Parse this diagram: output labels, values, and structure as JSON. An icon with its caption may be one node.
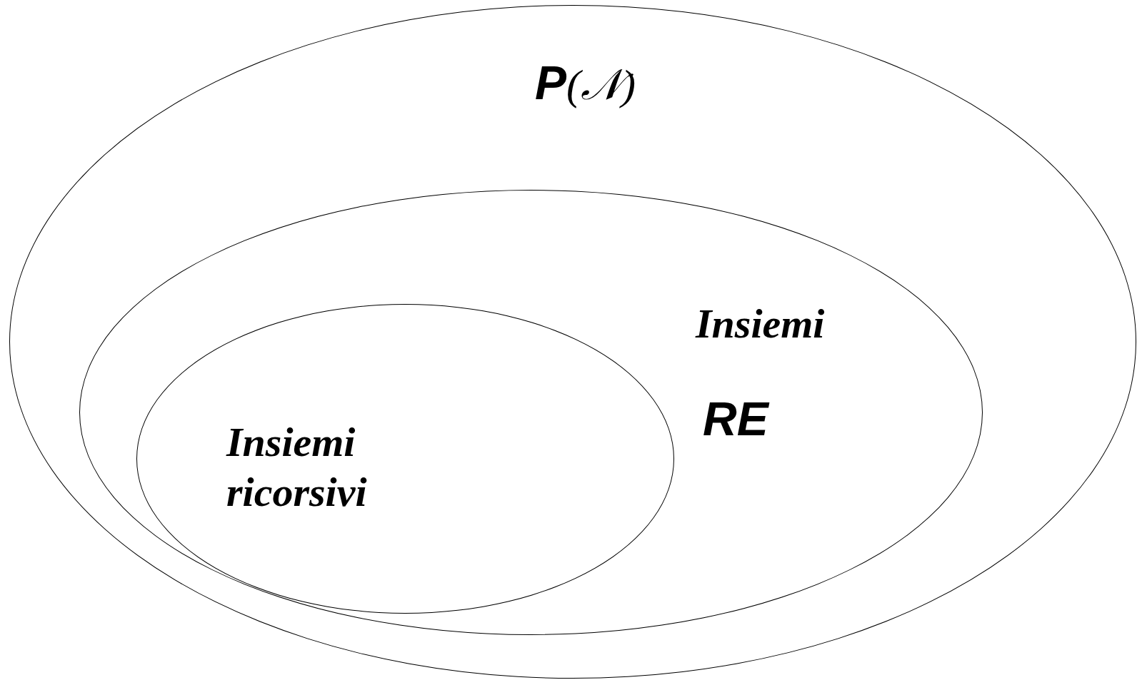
{
  "diagram": {
    "nodes": [
      {
        "text": [
          "**P**(𝒩)"
        ]
      },
      {
        "text": [
          "Insiemi",
          "RE"
        ],
        "in": 0
      },
      {
        "text": [
          "Insiemi ricorsivi"
        ],
        "in": 1
      }
    ]
  }
}
